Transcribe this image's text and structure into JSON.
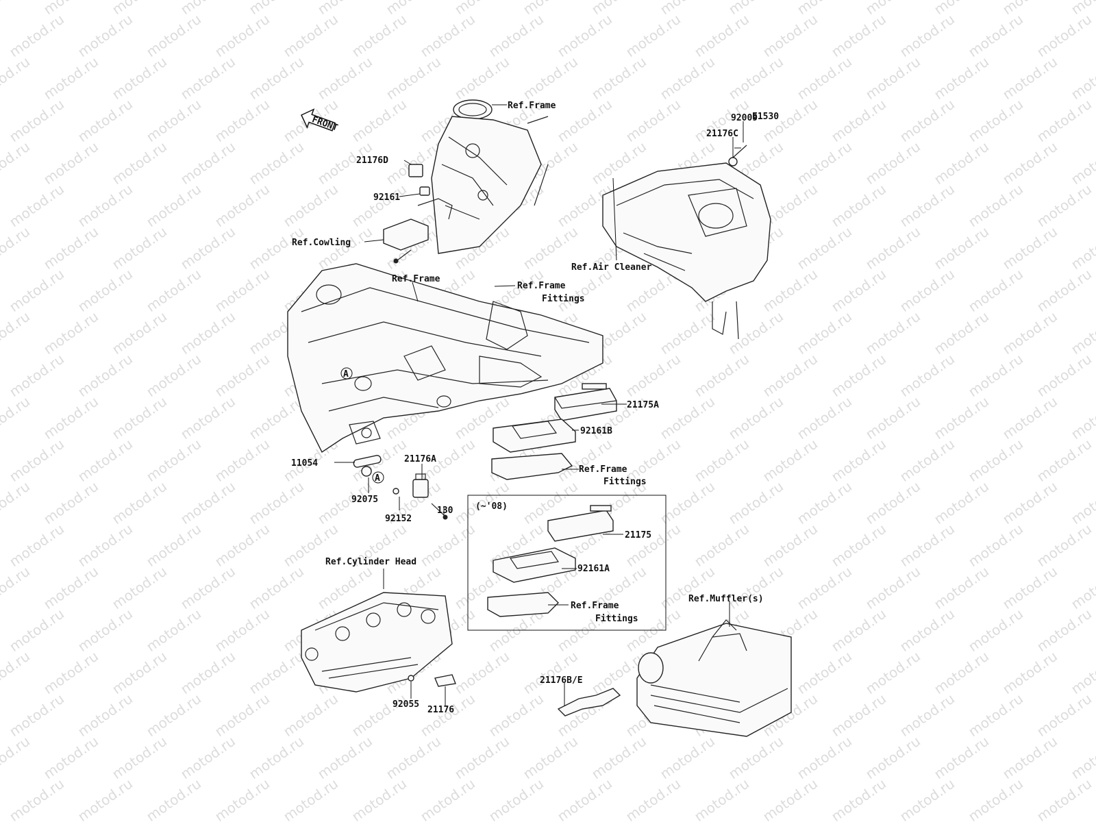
{
  "diagram": {
    "code": "E1530",
    "watermark": "motod.ru",
    "front_label": "FRONT",
    "variant_box_label": "(~'08)",
    "labels": {
      "ref_frame_top": "Ref.Frame",
      "ref_frame_mid": "Ref.Frame",
      "ref_frame_fittings_1a": "Ref.Frame",
      "ref_frame_fittings_1b": "Fittings",
      "ref_frame_fittings_2a": "Ref.Frame",
      "ref_frame_fittings_2b": "Fittings",
      "ref_frame_fittings_3a": "Ref.Frame",
      "ref_frame_fittings_3b": "Fittings",
      "ref_cowling": "Ref.Cowling",
      "ref_air_cleaner": "Ref.Air Cleaner",
      "ref_cylinder_head": "Ref.Cylinder Head",
      "ref_mufflers": "Ref.Muffler(s)",
      "p_92009": "92009",
      "p_21176C": "21176C",
      "p_21176D": "21176D",
      "p_92161": "92161",
      "p_21175A": "21175A",
      "p_92161B": "92161B",
      "p_11054": "11054",
      "p_21176A": "21176A",
      "p_A1": "A",
      "p_A2": "A",
      "p_130": "130",
      "p_92075": "92075",
      "p_92152": "92152",
      "p_21175": "21175",
      "p_92161A": "92161A",
      "p_21176BE": "21176B/E",
      "p_92055": "92055",
      "p_21176": "21176"
    }
  }
}
